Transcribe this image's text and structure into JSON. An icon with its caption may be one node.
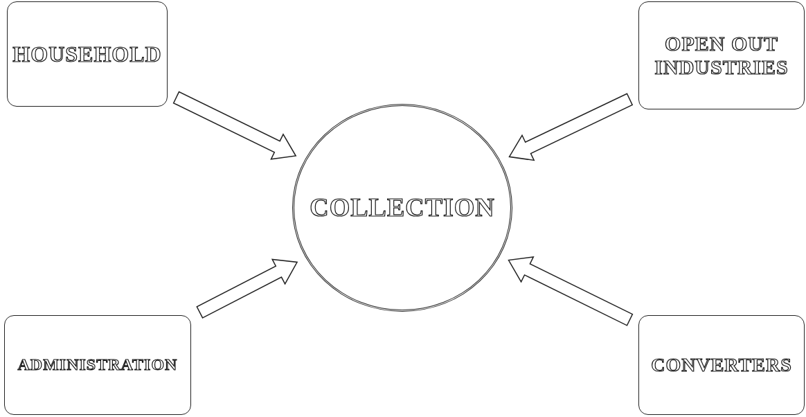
{
  "diagram": {
    "nodes": [
      {
        "text": [
          "HOUSEHOLD"
        ]
      },
      {
        "text": [
          "OPEN OUT INDUSTRIES"
        ]
      },
      {
        "text": [
          "COLLECTION"
        ]
      },
      {
        "text": [
          "ADMINISTRATION"
        ]
      },
      {
        "text": [
          "CONVERTERS"
        ]
      }
    ],
    "edges": [
      {
        "from": 0,
        "to": 2,
        "arrow": "to"
      },
      {
        "from": 1,
        "to": 2,
        "arrow": "to"
      },
      {
        "from": 3,
        "to": 2,
        "arrow": "to"
      },
      {
        "from": 4,
        "to": 2,
        "arrow": "to"
      }
    ]
  }
}
